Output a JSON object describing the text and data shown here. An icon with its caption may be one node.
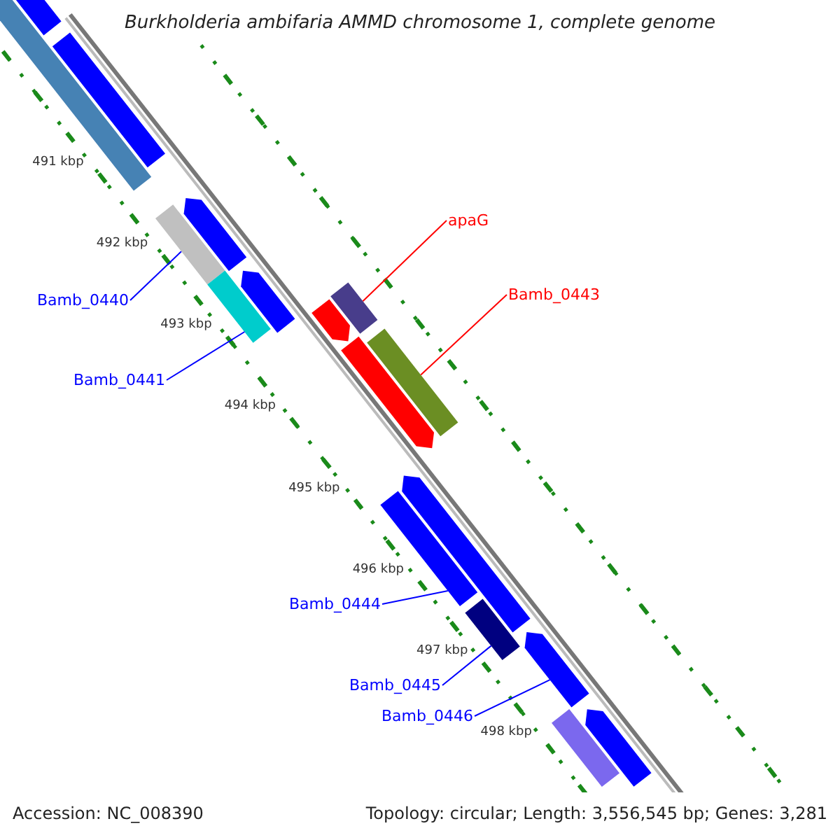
{
  "diagram": {
    "title": "Burkholderia ambifaria AMMD chromosome 1, complete genome",
    "nodes": [
      {
        "text": [],
        "shape": "bar"
      },
      {
        "text": [],
        "shape": "bar"
      },
      {
        "text": [],
        "shape": "bar"
      },
      {
        "text": [
          "Bamb_0440"
        ]
      },
      {
        "text": [],
        "shape": "bar"
      },
      {
        "text": [],
        "shape": "bar"
      },
      {
        "text": [
          "Bamb_0441"
        ]
      },
      {
        "text": [],
        "shape": "bar"
      },
      {
        "text": [],
        "shape": "bar"
      },
      {
        "text": [
          "apaG"
        ]
      },
      {
        "text": [],
        "shape": "bar"
      },
      {
        "text": [],
        "shape": "bar"
      },
      {
        "text": [
          "Bamb_0443"
        ]
      },
      {
        "text": [],
        "shape": "bar"
      },
      {
        "text": [],
        "shape": "bar"
      },
      {
        "text": [],
        "shape": "bar"
      },
      {
        "text": [
          "Bamb_0444"
        ]
      },
      {
        "text": [],
        "shape": "bar"
      },
      {
        "text": [
          "Bamb_0445"
        ]
      },
      {
        "text": [],
        "shape": "bar"
      },
      {
        "text": [
          "Bamb_0446"
        ]
      },
      {
        "text": [],
        "shape": "bar"
      },
      {
        "text": [],
        "shape": "bar"
      },
      {
        "text": [],
        "shape": "bar"
      }
    ],
    "edges": [
      {
        "from": 3,
        "to": 4,
        "arrow": "none"
      },
      {
        "from": 6,
        "to": 7,
        "arrow": "none"
      },
      {
        "from": 9,
        "to": 10,
        "arrow": "none",
        "color": "#ff0000"
      },
      {
        "from": 12,
        "to": 13,
        "arrow": "none",
        "color": "#ff0000"
      },
      {
        "from": 16,
        "to": 17,
        "arrow": "none"
      },
      {
        "from": 18,
        "to": 19,
        "arrow": "none"
      },
      {
        "from": 20,
        "to": 21,
        "arrow": "none"
      }
    ],
    "labels": [
      "491 kbp",
      "492 kbp",
      "493 kbp",
      "494 kbp",
      "495 kbp",
      "496 kbp",
      "497 kbp",
      "498 kbp",
      "Accession: NC_008390",
      "Topology: circular; Length: 3,556,545 bp; Genes: 3,281"
    ]
  }
}
